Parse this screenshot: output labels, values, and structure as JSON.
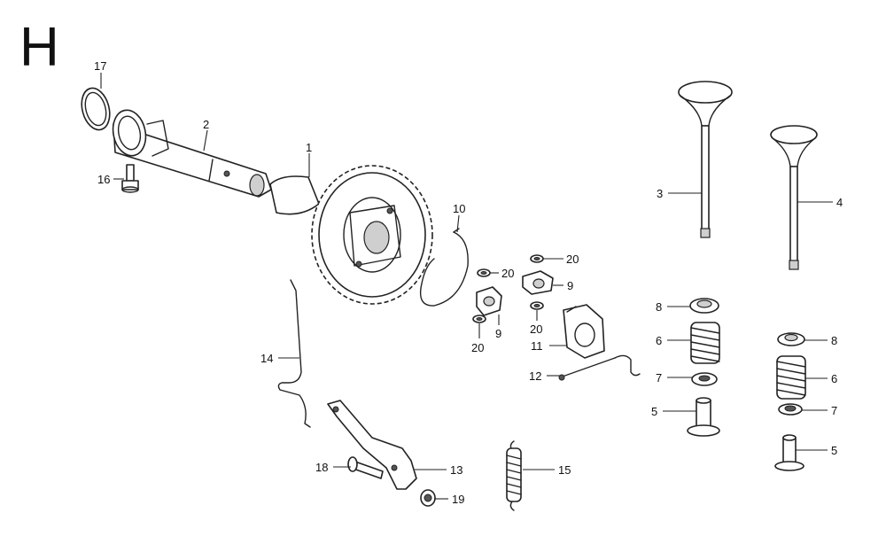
{
  "section_letter": "H",
  "callouts": {
    "c1": "1",
    "c2": "2",
    "c3": "3",
    "c4": "4",
    "c5a": "5",
    "c5b": "5",
    "c6a": "6",
    "c6b": "6",
    "c7a": "7",
    "c7b": "7",
    "c8a": "8",
    "c8b": "8",
    "c9a": "9",
    "c9b": "9",
    "c10": "10",
    "c11": "11",
    "c12": "12",
    "c13": "13",
    "c14": "14",
    "c15": "15",
    "c16": "16",
    "c17": "17",
    "c18": "18",
    "c19": "19",
    "c20a": "20",
    "c20b": "20",
    "c20c": "20",
    "c20d": "20"
  }
}
